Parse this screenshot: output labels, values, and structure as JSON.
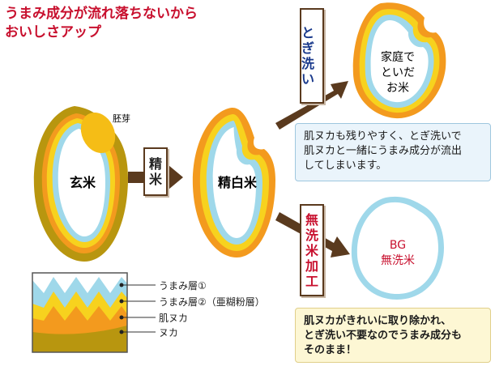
{
  "title": {
    "line1": "うまみ成分が流れ落ちないから",
    "line2": "おいしさアップ"
  },
  "brown_rice": {
    "label": "玄米",
    "germ_label": "胚芽"
  },
  "polish_step": {
    "line1": "精",
    "line2": "米"
  },
  "white_rice": {
    "label": "精白米"
  },
  "wash_step": {
    "line1": "とぎ",
    "line2": "洗い"
  },
  "home_washed": {
    "line1": "家庭で",
    "line2": "といだ",
    "line3": "お米"
  },
  "wash_note": {
    "line1": "肌ヌカも残りやすく、とぎ洗いで",
    "line2": "肌ヌカと一緒にうまみ成分が流出",
    "line3": "してしまいます。"
  },
  "bg_step": {
    "line1": "無",
    "line2": "洗",
    "line3": "米",
    "line4": "加",
    "line5": "工"
  },
  "bg_rice": {
    "line1": "BG",
    "line2": "無洗米"
  },
  "bg_note": {
    "line1": "肌ヌカがきれいに取り除かれ、",
    "line2": "とぎ洗い不要なのでうまみ成分も",
    "line3": "そのまま！"
  },
  "legend": {
    "items": [
      "うまみ層①",
      "うまみ層②（亜糊粉層）",
      "肌ヌカ",
      "ヌカ"
    ]
  },
  "colors": {
    "title": "#c8102e",
    "wash_text": "#1a3a8c",
    "bg_text": "#c8102e",
    "bran": "#b8960f",
    "skin_bran": "#f39a1e",
    "umami_layer2": "#f7d21e",
    "umami_layer1": "#9fd8ea",
    "arrow": "#5a3a1e",
    "wash_note_bg": "#eaf4fb",
    "bg_note_bg": "#fdf7d4"
  }
}
